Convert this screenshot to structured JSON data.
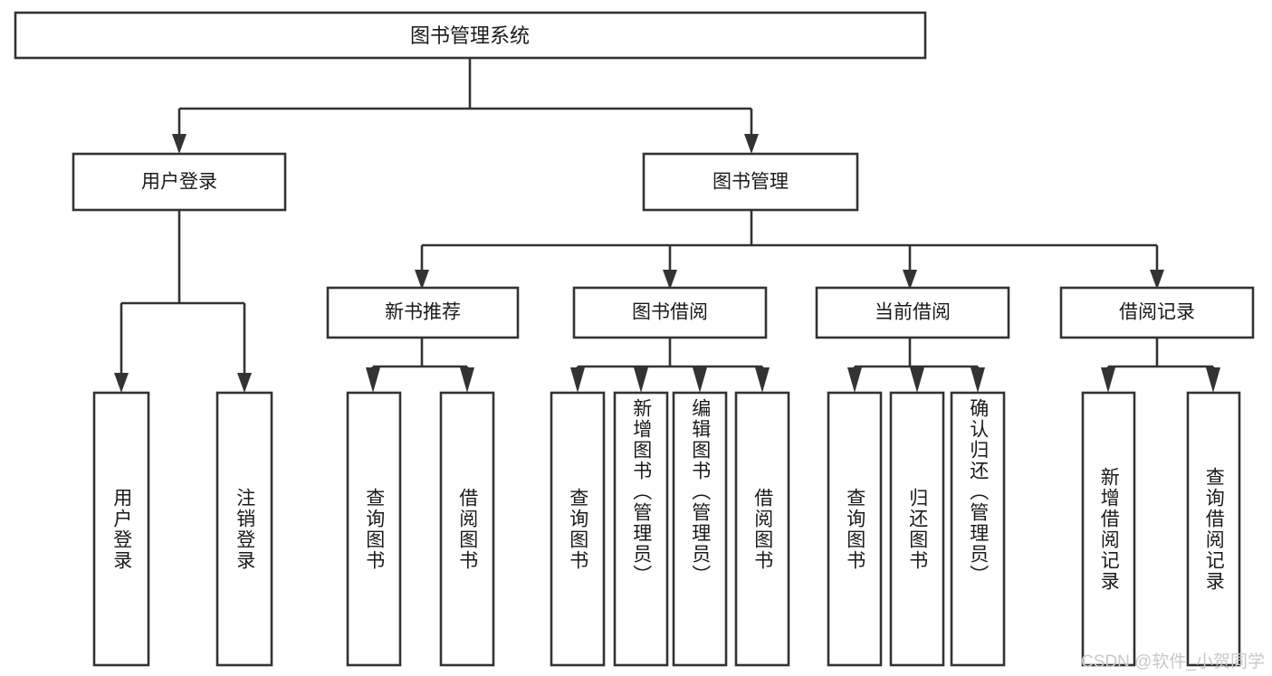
{
  "diagram": {
    "title": "图书管理系统",
    "type": "tree",
    "orientation": "top-down",
    "colors": {
      "box_stroke": "#333333",
      "box_fill": "#ffffff",
      "text": "#1a1a1a",
      "watermark": "#c9c9c9",
      "background": "#ffffff"
    },
    "root": {
      "label": "图书管理系统"
    },
    "level2": [
      {
        "id": "user-login",
        "label": "用户登录"
      },
      {
        "id": "book-manage",
        "label": "图书管理"
      }
    ],
    "level3": [
      {
        "id": "new-book-recommend",
        "label": "新书推荐",
        "parent": "book-manage"
      },
      {
        "id": "book-borrow",
        "label": "图书借阅",
        "parent": "book-manage"
      },
      {
        "id": "current-borrow",
        "label": "当前借阅",
        "parent": "book-manage"
      },
      {
        "id": "borrow-record",
        "label": "借阅记录",
        "parent": "book-manage"
      }
    ],
    "leaves": [
      {
        "id": "leaf-user-login",
        "label": "用户登录",
        "parent": "user-login"
      },
      {
        "id": "leaf-user-logout",
        "label": "注销登录",
        "parent": "user-login"
      },
      {
        "id": "leaf-query-book-1",
        "label": "查询图书",
        "parent": "new-book-recommend"
      },
      {
        "id": "leaf-borrow-book-1",
        "label": "借阅图书",
        "parent": "new-book-recommend"
      },
      {
        "id": "leaf-query-book-2",
        "label": "查询图书",
        "parent": "book-borrow"
      },
      {
        "id": "leaf-add-book",
        "label": "新增图书（管理员）",
        "parent": "book-borrow"
      },
      {
        "id": "leaf-edit-book",
        "label": "编辑图书（管理员）",
        "parent": "book-borrow"
      },
      {
        "id": "leaf-borrow-book-2",
        "label": "借阅图书",
        "parent": "book-borrow"
      },
      {
        "id": "leaf-query-book-3",
        "label": "查询图书",
        "parent": "current-borrow"
      },
      {
        "id": "leaf-return-book",
        "label": "归还图书",
        "parent": "current-borrow"
      },
      {
        "id": "leaf-confirm-return",
        "label": "确认归还（管理员）",
        "parent": "current-borrow"
      },
      {
        "id": "leaf-add-record",
        "label": "新增借阅记录",
        "parent": "borrow-record"
      },
      {
        "id": "leaf-query-record",
        "label": "查询借阅记录",
        "parent": "borrow-record"
      }
    ],
    "watermark": "CSDN @软件_小贺同学"
  }
}
